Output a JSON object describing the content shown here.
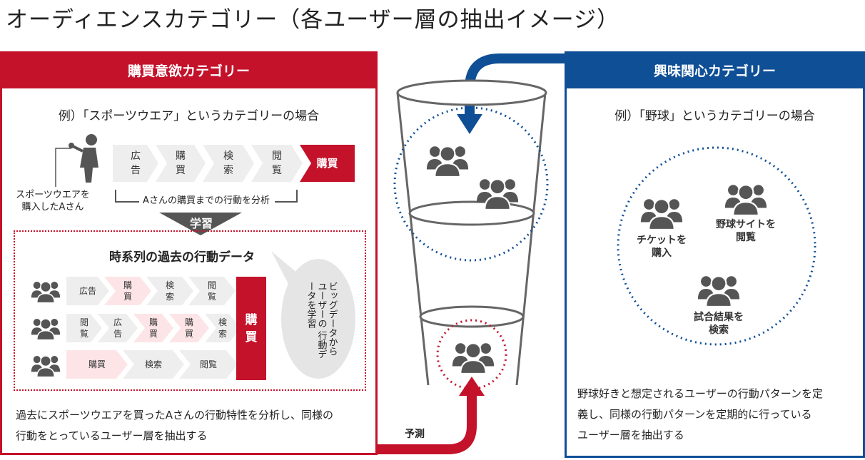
{
  "title": "オーディエンスカテゴリー（各ユーザー層の抽出イメージ）",
  "colors": {
    "red": "#c4122b",
    "blue": "#0f4f96",
    "pink": "#fde5e7",
    "grey": "#eeeeee",
    "icon": "#555555"
  },
  "left": {
    "header": "購買意欲カテゴリー",
    "example": "例）「スポーツウエア」というカテゴリーの場合",
    "buyer_caption": [
      "スポーツウエアを",
      "購入したAさん"
    ],
    "steps": [
      {
        "chars": [
          "広",
          "告"
        ]
      },
      {
        "chars": [
          "購",
          "買"
        ]
      },
      {
        "chars": [
          "検",
          "索"
        ]
      },
      {
        "chars": [
          "閲",
          "覧"
        ]
      },
      {
        "chars": [
          "購買"
        ]
      }
    ],
    "bracket_label": "Aさんの購買までの行動を分析",
    "learn_label": "学習",
    "history_title": "時系列の過去の行動データ",
    "history_rows": [
      [
        {
          "text": [
            "広告"
          ]
        },
        {
          "text": [
            "購",
            "買"
          ]
        },
        {
          "text": [
            "検",
            "索"
          ]
        },
        {
          "text": [
            "閲",
            "覧"
          ]
        }
      ],
      [
        {
          "text": [
            "閲",
            "覧"
          ]
        },
        {
          "text": [
            "広",
            "告"
          ]
        },
        {
          "text": [
            "購",
            "買"
          ]
        },
        {
          "text": [
            "購",
            "買"
          ]
        },
        {
          "text": [
            "検",
            "索"
          ]
        }
      ],
      [
        {
          "text": [
            "購買"
          ]
        },
        {
          "text": [
            "検索"
          ]
        },
        {
          "text": [
            "閲覧"
          ]
        }
      ]
    ],
    "history_buy": [
      "購",
      "買"
    ],
    "bubble_text": "ビッグデータから ユーザーの 行動データを学習",
    "description": [
      "過去にスポーツウエアを買ったAさんの行動特性を分析し、同様の",
      "行動をとっているユーザー層を抽出する"
    ]
  },
  "center": {
    "predict_label": "予測"
  },
  "right": {
    "header": "興味関心カテゴリー",
    "example": "例）「野球」というカテゴリーの場合",
    "segments": [
      {
        "label": [
          "チケットを",
          "購入"
        ]
      },
      {
        "label": [
          "野球サイトを",
          "閲覧"
        ]
      },
      {
        "label": [
          "試合結果を",
          "検索"
        ]
      }
    ],
    "description": [
      "野球好きと想定されるユーザーの行動パターンを定",
      "義し、同様の行動パターンを定期的に行っている",
      "ユーザー層を抽出する"
    ]
  }
}
